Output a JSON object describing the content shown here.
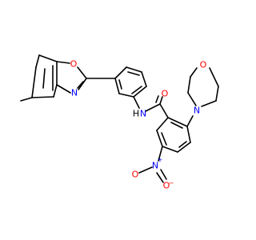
{
  "molecule": {
    "atoms": {
      "O_oxazole": "O",
      "N_oxazole": "N",
      "N_amide": "N",
      "H_amide": "H",
      "O_carbonyl": "O",
      "N_morpholine": "N",
      "O_morpholine": "O",
      "N_nitro": "N",
      "O_nitro_left": "O",
      "O_nitro_bottom": "O"
    },
    "charges": {
      "nitro_N": "+",
      "nitro_O": "−"
    },
    "colors": {
      "bond": "#000000",
      "oxygen": "#ff0000",
      "nitrogen": "#0000ff",
      "carbon_hydrogen": "#000000"
    }
  }
}
